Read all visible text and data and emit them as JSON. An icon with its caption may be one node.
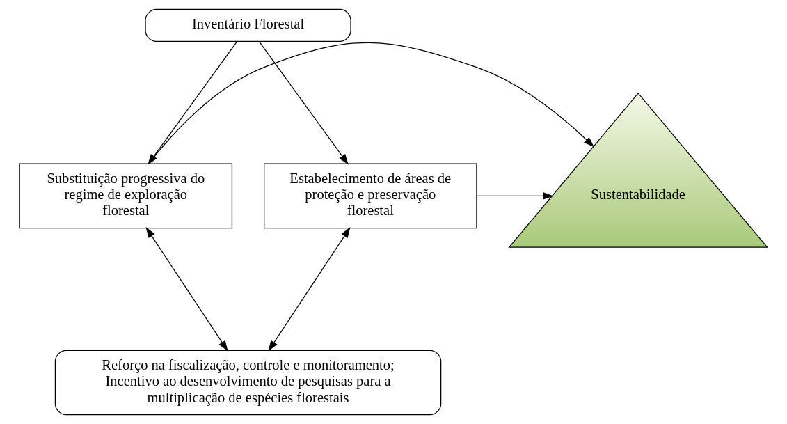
{
  "diagram": {
    "nodes": [
      {
        "text": [
          "Inventário Florestal"
        ]
      },
      {
        "text": [
          "Substituição progressiva do regime de exploração florestal"
        ]
      },
      {
        "text": [
          "Sustentabilidade"
        ]
      },
      {
        "text": [
          "Estabelecimento de áreas de proteção e preservação florestal"
        ]
      },
      {
        "text": [
          "Reforço na fiscalização, controle e monitoramento;",
          "Incentivo ao desenvolvimento de pesquisas para a multiplicação de espécies florestais"
        ]
      }
    ],
    "edges": [
      {
        "from": 0,
        "to": 1,
        "arrow": "to"
      },
      {
        "from": 0,
        "to": 3,
        "arrow": "to"
      },
      {
        "from": 1,
        "to": 2,
        "arrow": "to"
      },
      {
        "from": 3,
        "to": 2,
        "arrow": "to"
      },
      {
        "from": 1,
        "to": 4,
        "arrow": "both"
      },
      {
        "from": 3,
        "to": 4,
        "arrow": "both"
      }
    ]
  }
}
